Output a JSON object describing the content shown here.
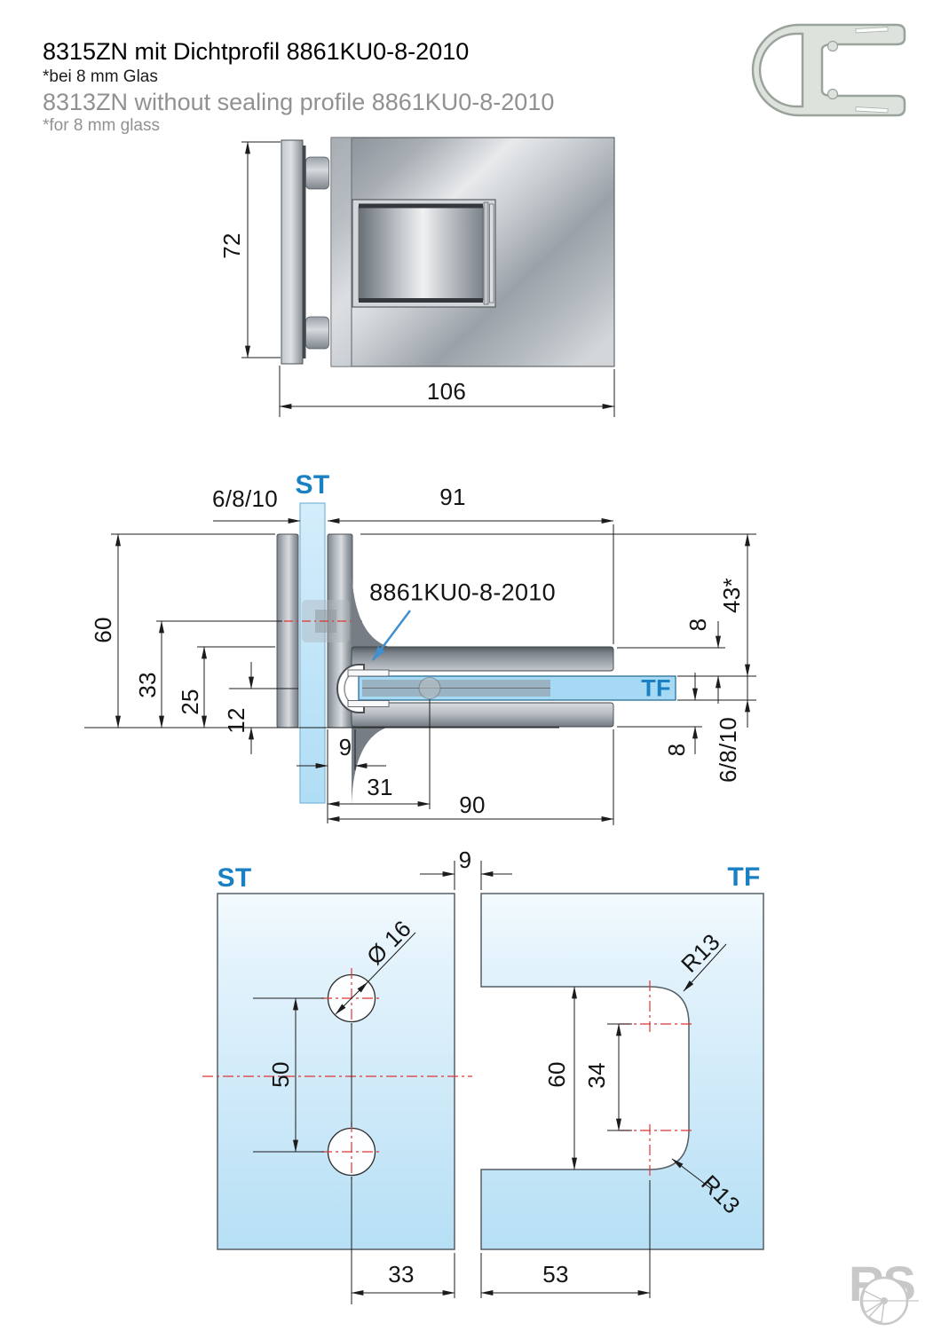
{
  "header": {
    "title_de": "8315ZN mit Dichtprofil 8861KU0-8-2010",
    "subtitle_de": "*bei 8 mm Glas",
    "title_en": "8313ZN without sealing profile 8861KU0-8-2010",
    "subtitle_en": "*for 8 mm glass"
  },
  "colors": {
    "accent_blue": "#1a80c4",
    "callout_arrow_blue": "#4090d0",
    "centerline_red": "#e03434",
    "glass_blue": "#a6d9f4",
    "metal_gray": "#a8aeb4",
    "logo_gray": "#c8c8c8"
  },
  "front_view": {
    "height_dim": "72",
    "width_dim": "106"
  },
  "section_view": {
    "glass_thickness_dim": "6/8/10",
    "fixed_panel_label": "ST",
    "length_dim": "91",
    "seal_callout": "8861KU0-8-2010",
    "overall_height_dim": "60",
    "screw_axis_dim": "33",
    "jaw_top_dim": "25",
    "glass_axis_dim": "12",
    "pivot_offset_dim": "9",
    "screw_offset_dim": "31",
    "clamp_length_dim": "90",
    "top_gap_dim": "8",
    "top_edge_dim": "43*",
    "door_panel_label": "TF",
    "bottom_gap_dim": "8",
    "door_glass_thickness_dim": "6/8/10"
  },
  "glass_prep": {
    "fixed_panel_label": "ST",
    "gap_dim": "9",
    "door_panel_label": "TF",
    "hole_diameter_dim": "Ø 16",
    "hole_spacing_dim": "50",
    "hole_offset_dim": "33",
    "cutout_height_dim": "60",
    "radius_centers_dim": "34",
    "radius_top_label": "R13",
    "radius_bottom_label": "R13",
    "cutout_width_dim": "53"
  },
  "logo": {
    "text": "RS"
  }
}
